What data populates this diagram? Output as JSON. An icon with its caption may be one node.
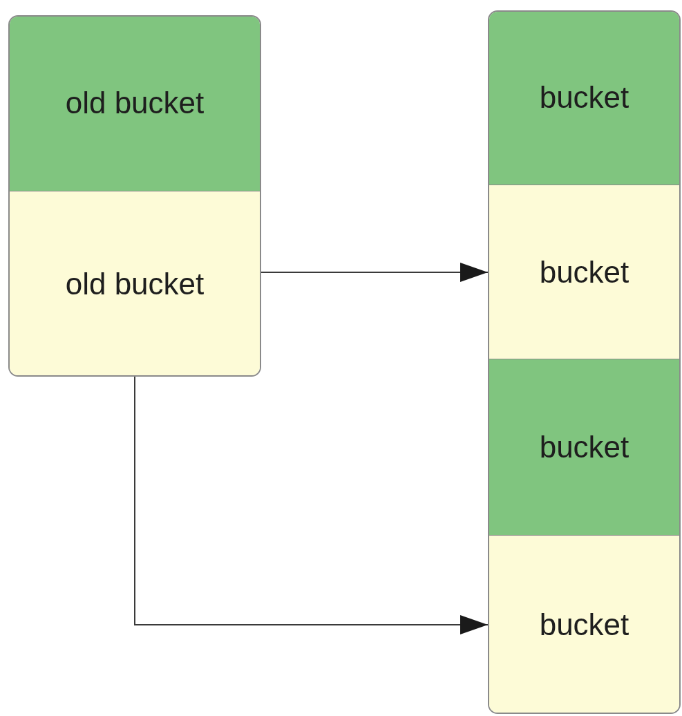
{
  "diagram": {
    "nodes": [
      {
        "text": [],
        "shape": "box"
      },
      {
        "text": [
          "old bucket"
        ],
        "in": 0
      },
      {
        "text": [
          "old bucket"
        ],
        "in": 0
      },
      {
        "text": [],
        "shape": "box"
      },
      {
        "text": [
          "bucket"
        ],
        "in": 3
      },
      {
        "text": [
          "bucket"
        ],
        "in": 3
      },
      {
        "text": [
          "bucket"
        ],
        "in": 3
      },
      {
        "text": [
          "bucket"
        ],
        "in": 3
      }
    ],
    "edges": [
      {
        "from": 2,
        "to": 5,
        "arrow": "to"
      },
      {
        "from": 2,
        "to": 7,
        "arrow": "to"
      }
    ]
  }
}
